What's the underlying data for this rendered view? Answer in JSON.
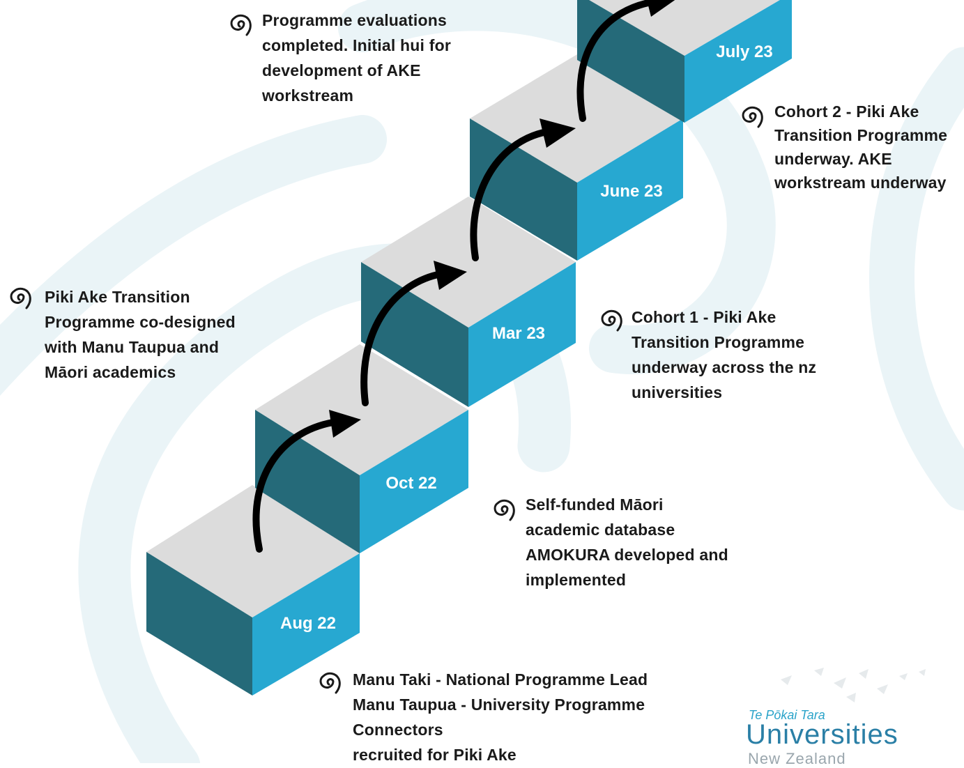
{
  "colors": {
    "accent_light": "#27a8d1",
    "accent_dark": "#256a79",
    "step_top": "#dcdcdc",
    "arrow": "#000000",
    "text": "#1a1a1a"
  },
  "steps": [
    {
      "date": "Aug 22"
    },
    {
      "date": "Oct 22"
    },
    {
      "date": "Mar 23"
    },
    {
      "date": "June 23"
    },
    {
      "date": "July 23"
    }
  ],
  "milestones": {
    "aug22": "Manu Taki - National Programme Lead\nManu Taupua - University Programme\nConnectors\nrecruited for Piki Ake",
    "oct22": "Self-funded Māori\nacademic database\nAMOKURA developed and\nimplemented",
    "codesign": "Piki Ake Transition\nProgramme co-designed\nwith Manu Taupua and\nMāori academics",
    "mar23": "Cohort 1 - Piki Ake\nTransition Programme\nunderway across the nz\nuniversities",
    "evaluations": "Programme evaluations\ncompleted. Initial hui for\ndevelopment of AKE\nworkstream",
    "jul23": "Cohort 2 - Piki Ake\nTransition Programme\nunderway.  AKE\nworkstream underway"
  },
  "logo": {
    "tagline": "Te Pōkai Tara",
    "name": "Universities",
    "subname": "New Zealand"
  }
}
